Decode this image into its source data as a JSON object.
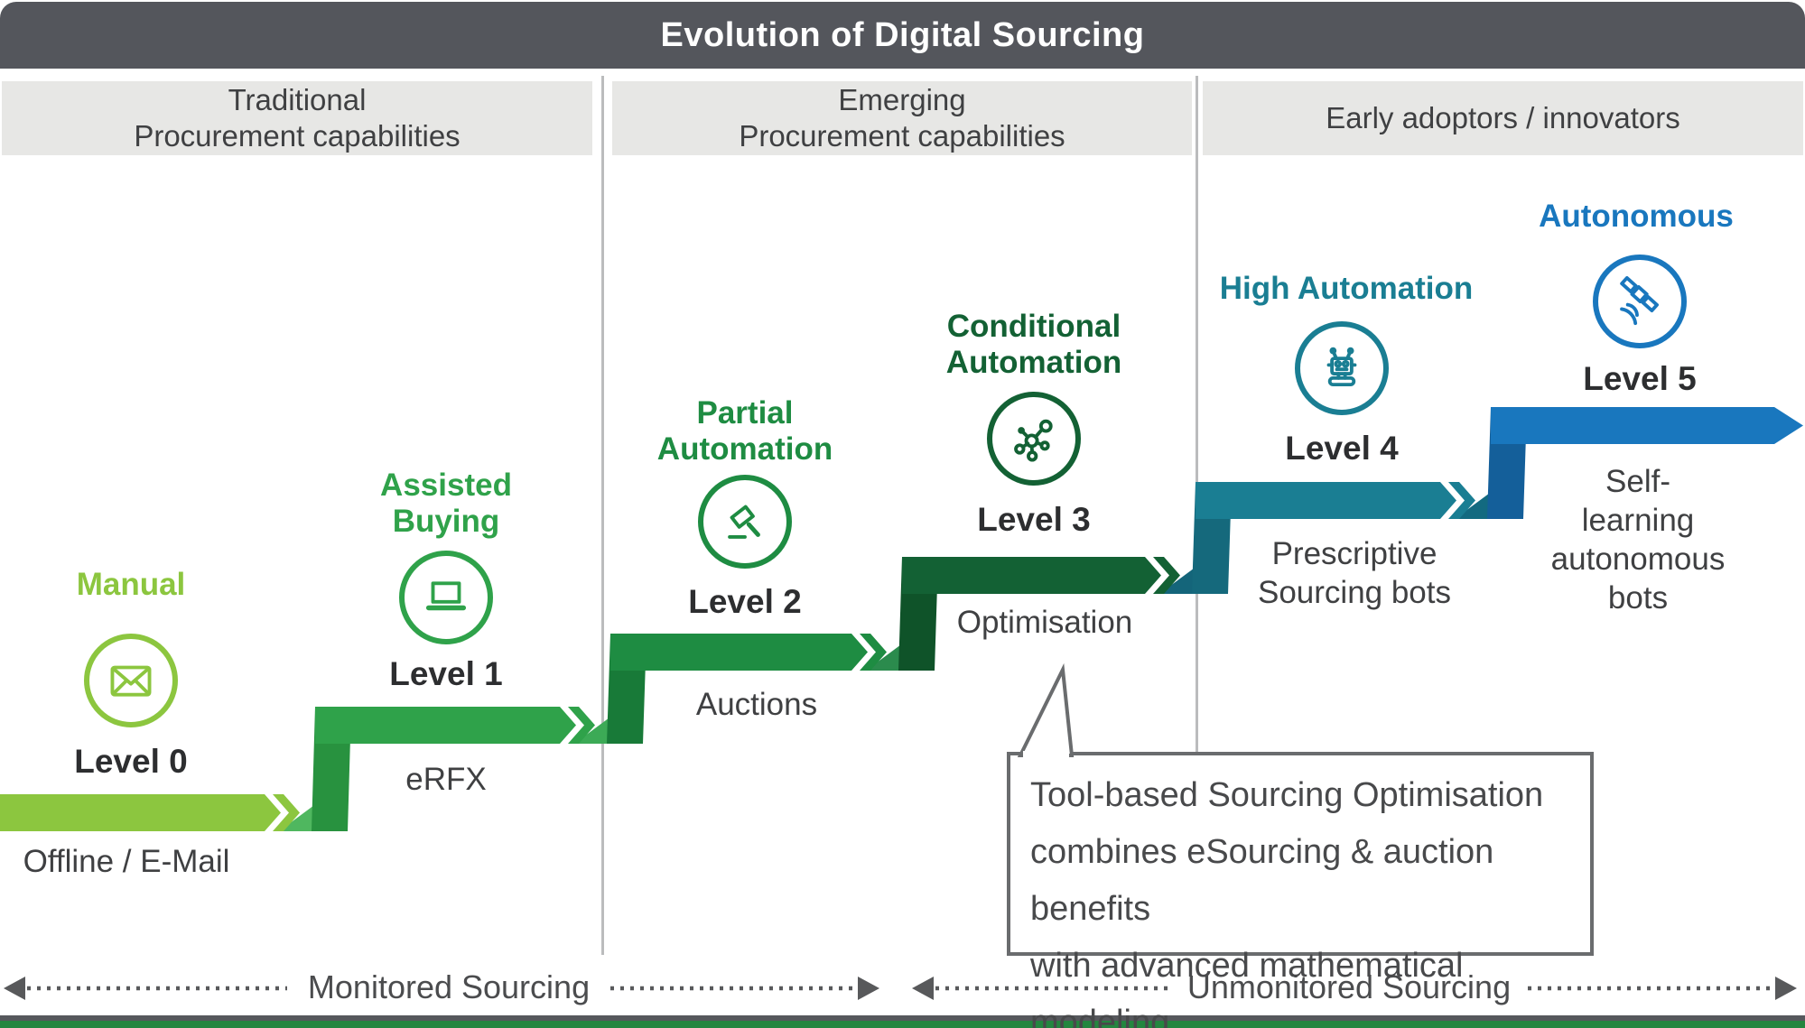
{
  "title": "Evolution of Digital Sourcing",
  "columns": [
    {
      "label": "Traditional\nProcurement capabilities"
    },
    {
      "label": "Emerging\nProcurement capabilities"
    },
    {
      "label": "Early adoptors / innovators"
    }
  ],
  "levels": [
    {
      "name": "Manual",
      "level": "Level 0",
      "sub": "Offline / E-Mail",
      "color": "#8CC63F",
      "shade": "#7AB531",
      "light": "#A5D45E",
      "icon": "envelope-icon"
    },
    {
      "name": "Assisted\nBuying",
      "level": "Level 1",
      "sub": "eRFX",
      "color": "#2FA24A",
      "shade": "#28923F",
      "light": "#4FB75F",
      "icon": "laptop-icon"
    },
    {
      "name": "Partial\nAutomation",
      "level": "Level 2",
      "sub": "Auctions",
      "color": "#1E8C42",
      "shade": "#187A38",
      "light": "#3CAA56",
      "icon": "gavel-icon"
    },
    {
      "name": "Conditional\nAutomation",
      "level": "Level 3",
      "sub": "Optimisation",
      "color": "#136134",
      "shade": "#0F5329",
      "light": "#2B8B4D",
      "icon": "network-icon"
    },
    {
      "name": "High Automation",
      "level": "Level 4",
      "sub": "Prescriptive\nSourcing bots",
      "color": "#1A7E93",
      "shade": "#15697C",
      "light": "#14657A",
      "icon": "robot-icon"
    },
    {
      "name": "Autonomous",
      "level": "Level 5",
      "sub": "Self-learning\nautonomous bots",
      "color": "#1977BE",
      "shade": "#145F9A",
      "light": "#136A80",
      "icon": "satellite-icon"
    }
  ],
  "callout": {
    "text": "Tool-based Sourcing Optimisation\ncombines eSourcing & auction benefits\nwith advanced mathematical modeling"
  },
  "footer": {
    "left": "Monitored Sourcing",
    "right": "Unmonitored Sourcing"
  },
  "colors": {
    "title_bar": "#54565C",
    "title_text": "#FFFFFF",
    "header_bg": "#E7E7E5",
    "text_dark": "#3F4042",
    "level_text": "#2D2E30",
    "divider": "#BBBCBD",
    "callout_border": "#6A6C6E",
    "footer": "#58595B",
    "bottom_strip_gray": "#56585C",
    "bottom_strip_green": "#23863F"
  }
}
